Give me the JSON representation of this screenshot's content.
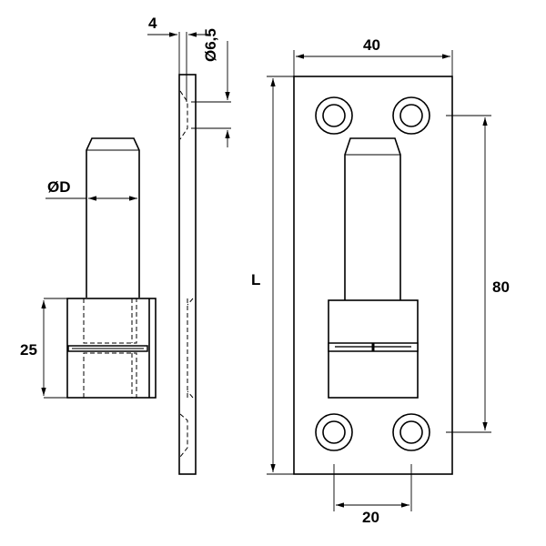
{
  "dimensions": {
    "plate_thickness": "4",
    "hole_diameter": "Ø6,5",
    "pin_diameter": "ØD",
    "collar_height": "25",
    "plate_width": "40",
    "plate_length": "L",
    "hole_spacing_vertical": "80",
    "hole_spacing_horizontal": "20"
  }
}
